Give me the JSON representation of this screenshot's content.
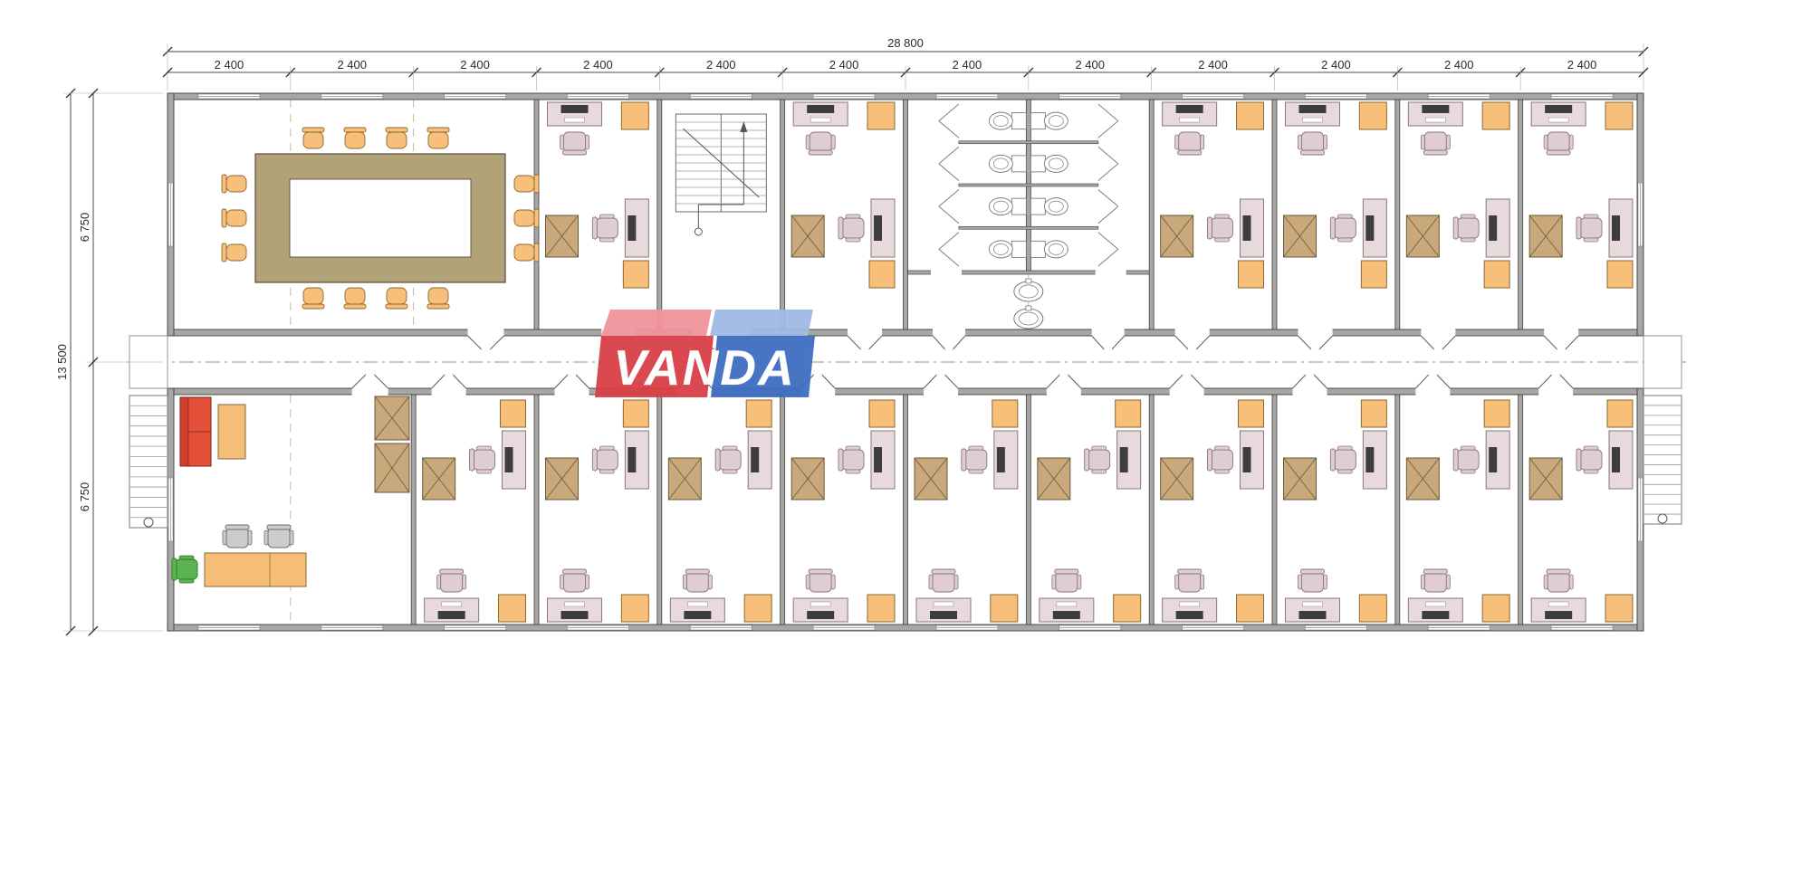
{
  "drawing": {
    "type": "architectural-floor-plan",
    "description": "Modular office building floor plan with central corridor, two office wings, conference room, stairwell, washroom block and reception"
  },
  "logo": {
    "text": "VANDA",
    "colors": {
      "red": "#d94046",
      "red_light": "#f1949b",
      "blue": "#3e6ec1",
      "blue_light": "#9fbae3",
      "text": "#ffffff"
    }
  },
  "dimensions": {
    "horizontal": {
      "total": "28 800",
      "bays": [
        "2 400",
        "2 400",
        "2 400",
        "2 400",
        "2 400",
        "2 400",
        "2 400",
        "2 400",
        "2 400",
        "2 400",
        "2 400",
        "2 400"
      ]
    },
    "vertical": {
      "total": "13 500",
      "halves": [
        "6 750",
        "6 750"
      ]
    }
  },
  "plan": {
    "corridor": {
      "present": true
    },
    "top_rooms": [
      {
        "type": "conference-room",
        "bays": 3
      },
      {
        "type": "office",
        "bays": 1
      },
      {
        "type": "stairwell",
        "bays": 1
      },
      {
        "type": "office",
        "bays": 1
      },
      {
        "type": "washroom",
        "bays": 2
      },
      {
        "type": "office",
        "bays": 1
      },
      {
        "type": "office",
        "bays": 1
      },
      {
        "type": "office",
        "bays": 1
      },
      {
        "type": "office",
        "bays": 1
      }
    ],
    "bottom_rooms": [
      {
        "type": "reception",
        "bays": 2
      },
      {
        "type": "office",
        "bays": 1
      },
      {
        "type": "office",
        "bays": 1
      },
      {
        "type": "office",
        "bays": 1
      },
      {
        "type": "office",
        "bays": 1
      },
      {
        "type": "office",
        "bays": 1
      },
      {
        "type": "office",
        "bays": 1
      },
      {
        "type": "office",
        "bays": 1
      },
      {
        "type": "office",
        "bays": 1
      },
      {
        "type": "office",
        "bays": 1
      },
      {
        "type": "office",
        "bays": 1
      }
    ]
  },
  "palette": {
    "wall": "#a9a7a3",
    "wall_edge": "#3f3f3f",
    "desk": "#e8d9dd",
    "desk_edge": "#8a767c",
    "monitor": "#3d3d3d",
    "chair": "#e0ccd3",
    "chair_edge": "#8a767c",
    "cabinet_orange": "#f7bf79",
    "cabinet_orange_edge": "#8a6a30",
    "cabinet_wood": "#c9a87b",
    "cabinet_wood_edge": "#6d5a3a",
    "conference_table": "#b2a278",
    "conference_chair": "#f7bf79",
    "sofa": "#e4503a",
    "reception_desk": "#f6bd77",
    "chair_green": "#5cb451",
    "chair_gray": "#cccccc",
    "fixture_line": "#7a7a7a",
    "dash_grid": "#bcb3a4",
    "dim_text": "#2a2a2a"
  }
}
